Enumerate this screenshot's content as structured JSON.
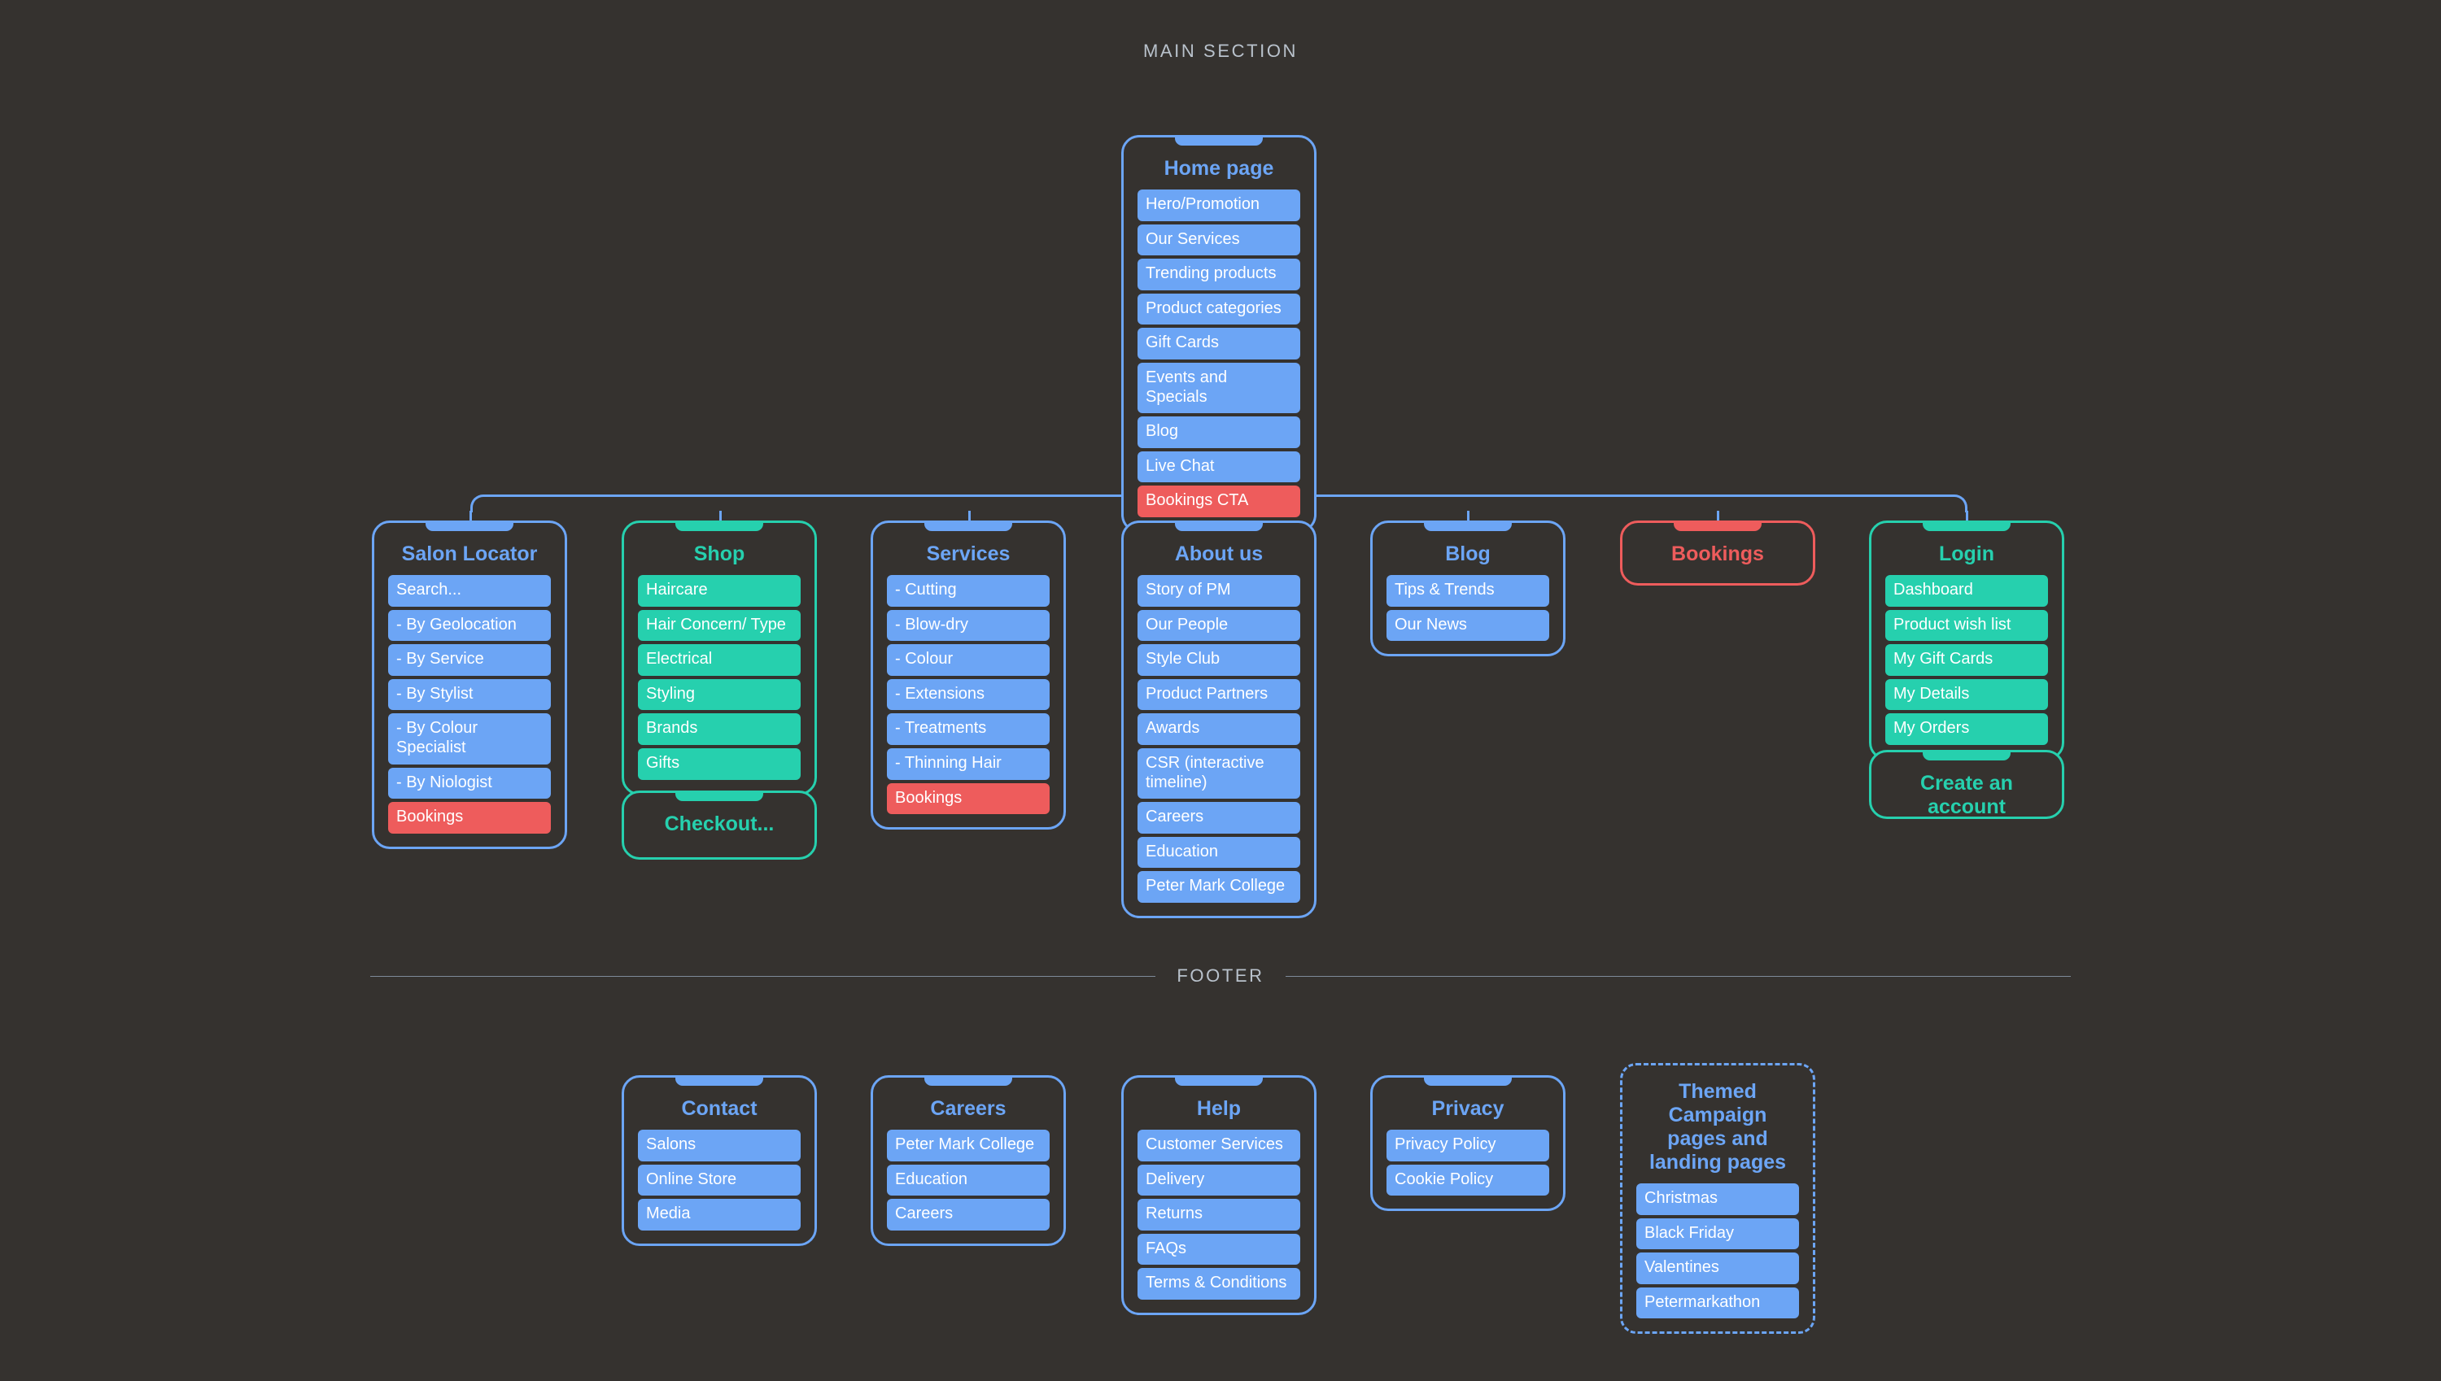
{
  "sections": {
    "main_label": "MAIN SECTION",
    "footer_label": "FOOTER"
  },
  "colors": {
    "background": "#35322f",
    "blue": "#6ca5f5",
    "teal": "#26d0ae",
    "red": "#ee5c5c",
    "label_text": "#b9c2cc",
    "row_text": "#ffffff"
  },
  "main": {
    "root": {
      "title": "Home page",
      "accent": "blue",
      "items": [
        {
          "label": "Hero/Promotion",
          "accent": "blue"
        },
        {
          "label": "Our Services",
          "accent": "blue"
        },
        {
          "label": "Trending products",
          "accent": "blue"
        },
        {
          "label": "Product categories",
          "accent": "blue"
        },
        {
          "label": "Gift Cards",
          "accent": "blue"
        },
        {
          "label": "Events and Specials",
          "accent": "blue"
        },
        {
          "label": "Blog",
          "accent": "blue"
        },
        {
          "label": "Live Chat",
          "accent": "blue"
        },
        {
          "label": "Bookings CTA",
          "accent": "red"
        }
      ]
    },
    "branches": [
      {
        "title": "Salon Locator",
        "accent": "blue",
        "items": [
          {
            "label": "Search...",
            "accent": "blue"
          },
          {
            "label": "- By Geolocation",
            "accent": "blue"
          },
          {
            "label": "- By Service",
            "accent": "blue"
          },
          {
            "label": "- By Stylist",
            "accent": "blue"
          },
          {
            "label": "- By Colour Specialist",
            "accent": "blue"
          },
          {
            "label": "- By Niologist",
            "accent": "blue"
          },
          {
            "label": "Bookings",
            "accent": "red"
          }
        ]
      },
      {
        "title": "Shop",
        "accent": "teal",
        "items": [
          {
            "label": "Haircare",
            "accent": "teal"
          },
          {
            "label": "Hair Concern/ Type",
            "accent": "teal"
          },
          {
            "label": "Electrical",
            "accent": "teal"
          },
          {
            "label": "Styling",
            "accent": "teal"
          },
          {
            "label": "Brands",
            "accent": "teal"
          },
          {
            "label": "Gifts",
            "accent": "teal"
          }
        ]
      },
      {
        "title": "Services",
        "accent": "blue",
        "items": [
          {
            "label": "- Cutting",
            "accent": "blue"
          },
          {
            "label": "- Blow-dry",
            "accent": "blue"
          },
          {
            "label": "- Colour",
            "accent": "blue"
          },
          {
            "label": "- Extensions",
            "accent": "blue"
          },
          {
            "label": "- Treatments",
            "accent": "blue"
          },
          {
            "label": "- Thinning Hair",
            "accent": "blue"
          },
          {
            "label": "Bookings",
            "accent": "red"
          }
        ]
      },
      {
        "title": "About us",
        "accent": "blue",
        "items": [
          {
            "label": "Story of PM",
            "accent": "blue"
          },
          {
            "label": "Our People",
            "accent": "blue"
          },
          {
            "label": "Style Club",
            "accent": "blue"
          },
          {
            "label": "Product Partners",
            "accent": "blue"
          },
          {
            "label": "Awards",
            "accent": "blue"
          },
          {
            "label": "CSR (interactive timeline)",
            "accent": "blue"
          },
          {
            "label": "Careers",
            "accent": "blue"
          },
          {
            "label": "Education",
            "accent": "blue"
          },
          {
            "label": "Peter Mark College",
            "accent": "blue"
          }
        ]
      },
      {
        "title": "Blog",
        "accent": "blue",
        "items": [
          {
            "label": "Tips & Trends",
            "accent": "blue"
          },
          {
            "label": "Our News",
            "accent": "blue"
          }
        ]
      },
      {
        "title": "Bookings",
        "accent": "red",
        "items": []
      },
      {
        "title": "Login",
        "accent": "teal",
        "items": [
          {
            "label": "Dashboard",
            "accent": "teal"
          },
          {
            "label": "Product wish list",
            "accent": "teal"
          },
          {
            "label": "My Gift Cards",
            "accent": "teal"
          },
          {
            "label": "My Details",
            "accent": "teal"
          },
          {
            "label": "My Orders",
            "accent": "teal"
          }
        ]
      }
    ],
    "sub_cards": [
      {
        "title": "Checkout...",
        "accent": "teal",
        "items": []
      },
      {
        "title": "Create an account",
        "accent": "teal",
        "items": []
      }
    ]
  },
  "footer": {
    "cards": [
      {
        "title": "Contact",
        "accent": "blue",
        "items": [
          {
            "label": "Salons",
            "accent": "blue"
          },
          {
            "label": "Online Store",
            "accent": "blue"
          },
          {
            "label": "Media",
            "accent": "blue"
          }
        ]
      },
      {
        "title": "Careers",
        "accent": "blue",
        "items": [
          {
            "label": "Peter Mark College",
            "accent": "blue"
          },
          {
            "label": "Education",
            "accent": "blue"
          },
          {
            "label": "Careers",
            "accent": "blue"
          }
        ]
      },
      {
        "title": "Help",
        "accent": "blue",
        "items": [
          {
            "label": "Customer Services",
            "accent": "blue"
          },
          {
            "label": "Delivery",
            "accent": "blue"
          },
          {
            "label": "Returns",
            "accent": "blue"
          },
          {
            "label": "FAQs",
            "accent": "blue"
          },
          {
            "label": "Terms & Conditions",
            "accent": "blue"
          }
        ]
      },
      {
        "title": "Privacy",
        "accent": "blue",
        "items": [
          {
            "label": "Privacy Policy",
            "accent": "blue"
          },
          {
            "label": "Cookie Policy",
            "accent": "blue"
          }
        ]
      },
      {
        "title": "Themed Campaign pages and landing pages",
        "accent": "blue",
        "dashed": true,
        "items": [
          {
            "label": "Christmas",
            "accent": "blue"
          },
          {
            "label": "Black Friday",
            "accent": "blue"
          },
          {
            "label": "Valentines",
            "accent": "blue"
          },
          {
            "label": "Petermarkathon",
            "accent": "blue"
          }
        ]
      }
    ]
  }
}
